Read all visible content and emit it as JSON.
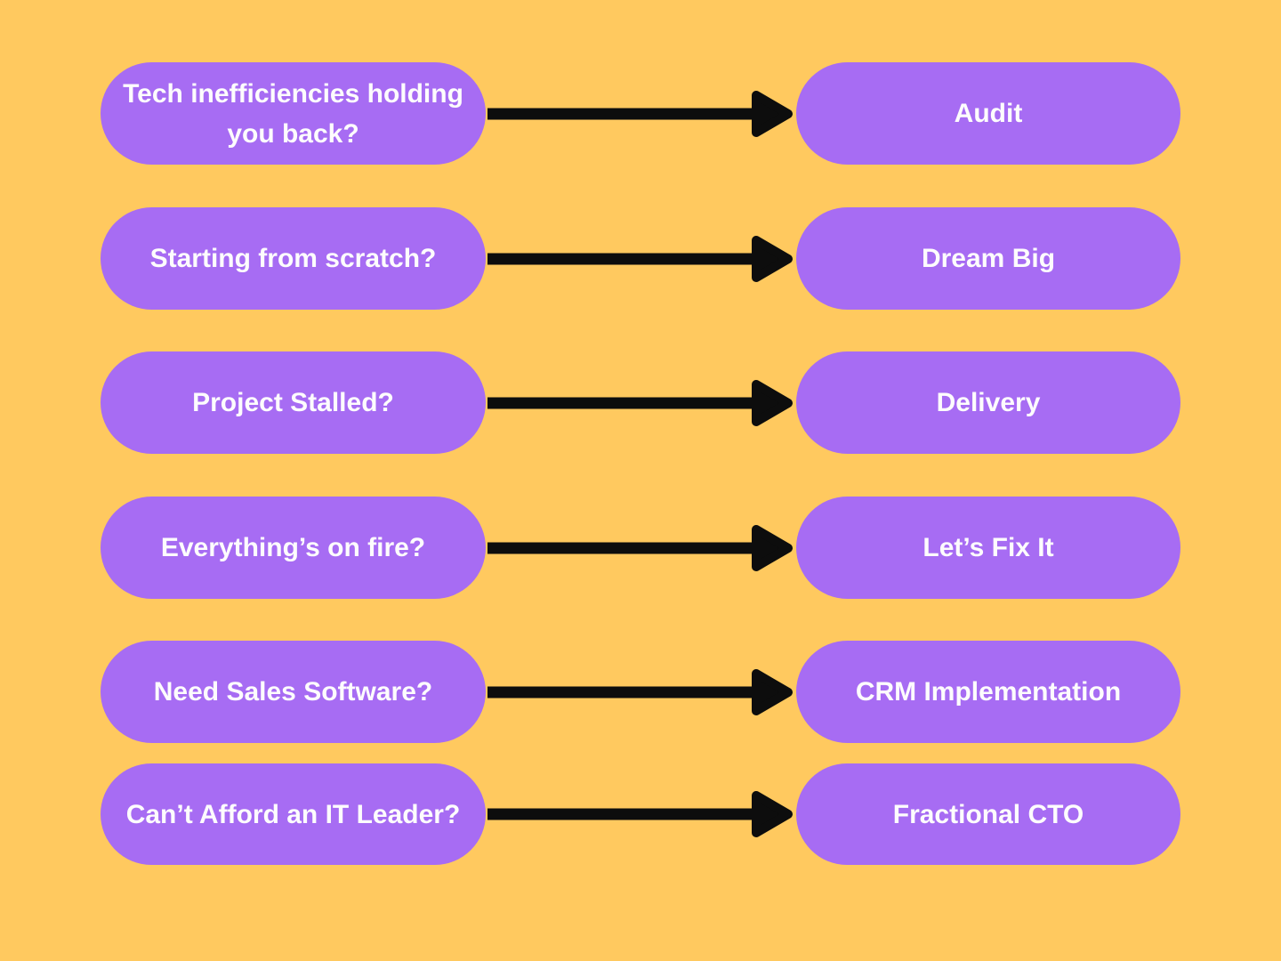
{
  "colors": {
    "background": "#FFC95F",
    "pill": "#A76CF3",
    "text": "#FDFCFD",
    "arrow": "#0D0D0D"
  },
  "rows": [
    {
      "question": "Tech inefficiencies holding you back?",
      "service": "Audit"
    },
    {
      "question": "Starting from scratch?",
      "service": "Dream Big"
    },
    {
      "question": "Project Stalled?",
      "service": "Delivery"
    },
    {
      "question": "Everything’s on fire?",
      "service": "Let’s Fix It"
    },
    {
      "question": "Need Sales Software?",
      "service": "CRM Implementation"
    },
    {
      "question": "Can’t Afford an IT Leader?",
      "service": "Fractional CTO"
    }
  ]
}
